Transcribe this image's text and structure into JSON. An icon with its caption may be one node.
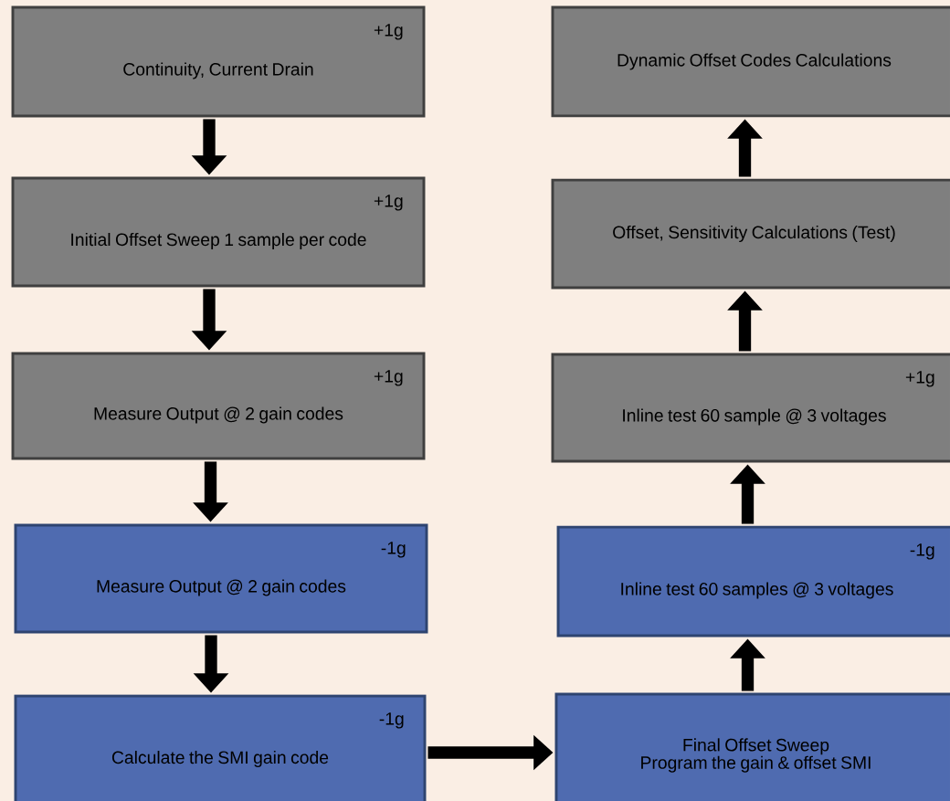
{
  "diagram": {
    "nodes": [
      {
        "text": [
          "Continuity, Current Drain",
          "+1g"
        ]
      },
      {
        "text": [
          "Initial Offset  Sweep 1 sample per code",
          "+1g"
        ]
      },
      {
        "text": [
          "Measure Output @ 2 gain codes",
          "+1g"
        ]
      },
      {
        "text": [
          "Measure Output @ 2 gain codes",
          "-1g"
        ]
      },
      {
        "text": [
          "Calculate the SMI gain code",
          "-1g"
        ]
      },
      {
        "text": [
          "Dynamic Offset Codes Calculations"
        ]
      },
      {
        "text": [
          "Offset, Sensitivity Calculations (Test)"
        ]
      },
      {
        "text": [
          "Inline test 60 sample @ 3 voltages",
          "+1g"
        ]
      },
      {
        "text": [
          "Inline test 60 samples @ 3 voltages",
          "-1g"
        ]
      },
      {
        "text": [
          "Final Offset Sweep",
          "Program the gain & offset SMI"
        ]
      }
    ],
    "edges": [
      {
        "from": 0,
        "to": 1,
        "arrow": "to"
      },
      {
        "from": 1,
        "to": 2,
        "arrow": "to"
      },
      {
        "from": 2,
        "to": 3,
        "arrow": "to"
      },
      {
        "from": 3,
        "to": 4,
        "arrow": "to"
      },
      {
        "from": 4,
        "to": 9,
        "arrow": "to"
      },
      {
        "from": 9,
        "to": 8,
        "arrow": "to"
      },
      {
        "from": 8,
        "to": 7,
        "arrow": "to"
      },
      {
        "from": 7,
        "to": 6,
        "arrow": "to"
      },
      {
        "from": 6,
        "to": 5,
        "arrow": "to"
      }
    ]
  }
}
